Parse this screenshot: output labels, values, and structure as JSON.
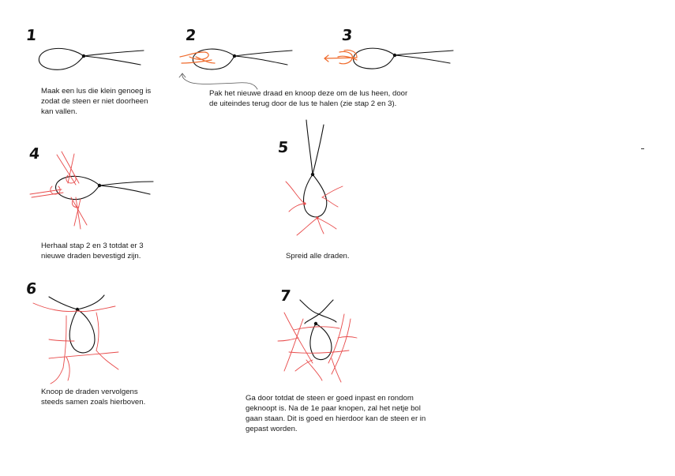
{
  "steps": {
    "s1": {
      "number": "1",
      "caption": [
        "Maak een lus die klein genoeg is",
        "zodat de steen er niet doorheen",
        "kan vallen."
      ]
    },
    "s2": {
      "number": "2"
    },
    "s3": {
      "number": "3"
    },
    "s23": {
      "caption": [
        "Pak het nieuwe draad en knoop deze om de lus heen, door",
        "de uiteindes terug door de lus te halen (zie stap 2 en 3)."
      ]
    },
    "s4": {
      "number": "4",
      "caption": [
        "Herhaal stap 2 en 3 totdat er 3",
        "nieuwe draden bevestigd zijn."
      ]
    },
    "s5": {
      "number": "5",
      "caption": [
        "Spreid alle draden."
      ]
    },
    "s6": {
      "number": "6",
      "caption": [
        "Knoop de draden vervolgens",
        "steeds samen zoals hierboven."
      ]
    },
    "s7": {
      "number": "7",
      "caption": [
        "Ga door totdat de steen er goed inpast en rondom",
        "geknoopt is. Na de 1e paar knopen, zal het netje bol",
        "gaan staan. Dit is goed en hierdoor kan de steen er in",
        "gepast worden."
      ]
    }
  },
  "colors": {
    "line": "#111111",
    "new_thread": "#ef6a2b",
    "spread_threads": "#e84b4b"
  }
}
